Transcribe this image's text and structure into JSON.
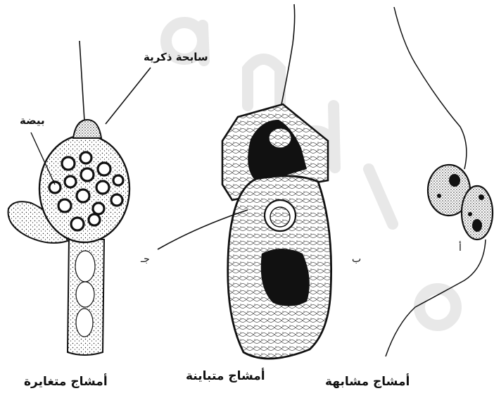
{
  "labels": {
    "male_gamete": "سابحة ذكرية",
    "egg": "بيضة",
    "letter_c": "جـ",
    "letter_b": "ب",
    "letter_a": "أ"
  },
  "captions": {
    "left": "أمشاج متغايرة",
    "middle": "أمشاج متباينة",
    "right": "أمشاج مشابهة"
  },
  "colors": {
    "ink": "#111111",
    "watermark": "#e6e6e6"
  }
}
